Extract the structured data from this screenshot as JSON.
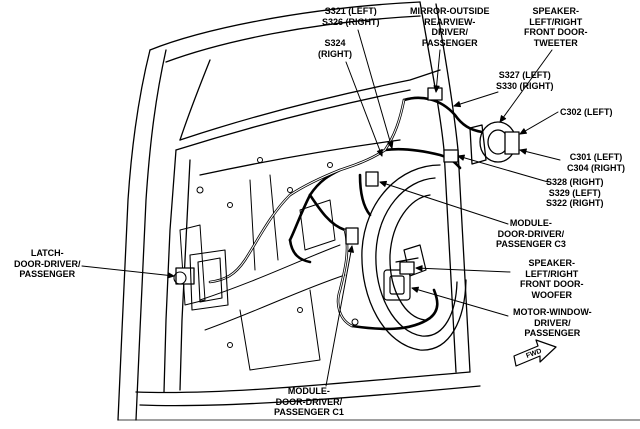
{
  "labels": {
    "s321": "S321 (LEFT)\nS326 (RIGHT)",
    "mirror": "MIRROR-OUTSIDE\nREARVIEW-\nDRIVER/\nPASSENGER",
    "tweeter": "SPEAKER-\nLEFT/RIGHT\nFRONT DOOR-\nTWEETER",
    "s324": "S324\n(RIGHT)",
    "s327": "S327 (LEFT)\nS330 (RIGHT)",
    "c302": "C302 (LEFT)",
    "c301": "C301 (LEFT)\nC304 (RIGHT)",
    "s328": "S328 (RIGHT)\nS329 (LEFT)\nS322 (RIGHT)",
    "module_c3": "MODULE-\nDOOR-DRIVER/\nPASSENGER C3",
    "latch": "LATCH-\nDOOR-DRIVER/\nPASSENGER",
    "woofer": "SPEAKER-\nLEFT/RIGHT\nFRONT DOOR-\nWOOFER",
    "motor": "MOTOR-WINDOW-\nDRIVER/\nPASSENGER",
    "module_c1": "MODULE-\nDOOR-DRIVER/\nPASSENGER C1",
    "fwd": "FWD"
  },
  "colors": {
    "ink": "#000000",
    "paper": "#ffffff"
  }
}
